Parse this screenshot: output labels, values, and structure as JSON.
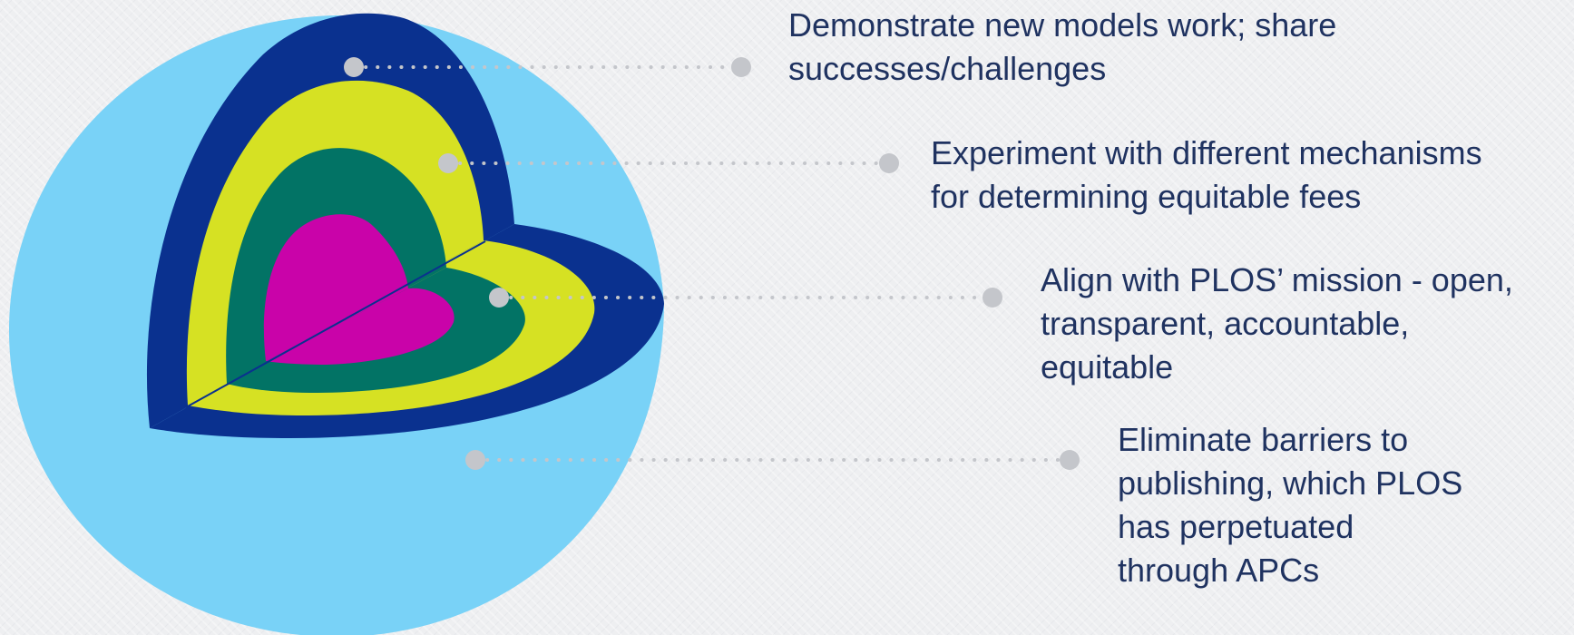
{
  "diagram": {
    "colors": {
      "outer_sphere": "#79d2f7",
      "navy_layer": "#0a318f",
      "yellow_layer": "#d6e123",
      "teal_layer": "#027365",
      "magenta_core": "#c903a9",
      "connector": "#c4c6cb",
      "text": "#1f3260"
    },
    "callouts": [
      {
        "lines": [
          "Demonstrate new models work; share",
          "successes/challenges"
        ]
      },
      {
        "lines": [
          "Experiment with different mechanisms",
          "for determining equitable fees"
        ]
      },
      {
        "lines": [
          "Align with PLOS’ mission - open,",
          "transparent, accountable,",
          "equitable"
        ]
      },
      {
        "lines": [
          "Eliminate barriers to",
          "publishing, which PLOS",
          "has perpetuated",
          "through APCs"
        ]
      }
    ]
  }
}
